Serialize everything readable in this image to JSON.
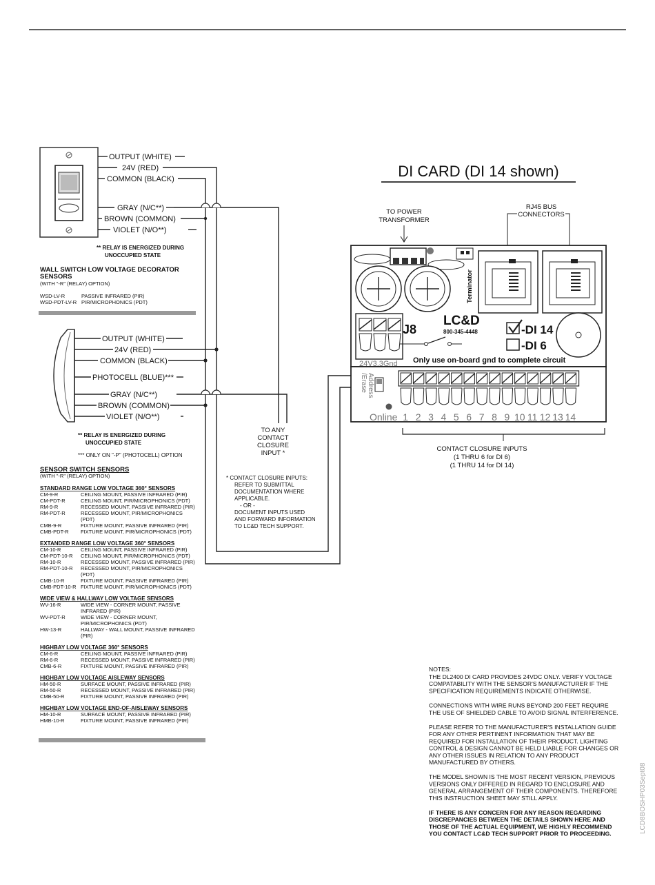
{
  "card": {
    "title": "DI CARD (DI 14 shown)",
    "to_power": [
      "TO POWER",
      "TRANSFORMER"
    ],
    "rj45": [
      "RJ45 BUS",
      "CONNECTORS"
    ],
    "terminator": "Terminator",
    "brand": "LC&D",
    "phone": "800-345-4448",
    "j8": "J8",
    "j8_pins": "24V3.3Gnd",
    "di14": "-DI 14",
    "di6": "-DI 6",
    "gnd_note": "Only use on-board gnd to complete circuit",
    "address_label": [
      "Address",
      "/Erase"
    ],
    "online": "Online",
    "inputs": [
      "1",
      "2",
      "3",
      "4",
      "5",
      "6",
      "7",
      "8",
      "9",
      "10",
      "11",
      "12",
      "13",
      "14"
    ],
    "contact_inputs": [
      "CONTACT CLOSURE INPUTS",
      "(1 THRU 6 for DI 6)",
      "(1 THRU 14 for DI 14)"
    ]
  },
  "sensor1": {
    "wires": [
      "OUTPUT (WHITE)",
      "24V (RED)",
      "COMMON (BLACK)",
      "GRAY (N/C**)",
      "BROWN (COMMON)",
      "VIOLET (N/O**)"
    ],
    "relay_note": [
      "**  RELAY IS ENERGIZED DURING",
      "UNOCCUPIED STATE"
    ],
    "heading": [
      "WALL SWITCH LOW VOLTAGE DECORATOR",
      "SENSORS"
    ],
    "option": "(WITH \"-R\" (RELAY) OPTION)",
    "models": [
      {
        "code": "WSD-LV-R",
        "desc": "PASSIVE INFRARED (PIR)"
      },
      {
        "code": "WSD-PDT-LV-R",
        "desc": "PIR/MICROPHONICS (PDT)"
      }
    ]
  },
  "sensor2": {
    "wires": [
      "OUTPUT (WHITE)",
      "24V (RED)",
      "COMMON (BLACK)",
      "PHOTOCELL (BLUE)***",
      "GRAY (N/C**)",
      "BROWN (COMMON)",
      "VIOLET (N/O**)"
    ],
    "relay_note": [
      "**  RELAY IS ENERGIZED DURING",
      "UNOCCUPIED STATE"
    ],
    "photocell_note": "*** ONLY ON \"-P\" (PHOTOCELL) OPTION",
    "heading": "SENSOR SWITCH SENSORS",
    "option": "(WITH \"-R\" (RELAY) OPTION)",
    "groups": [
      {
        "title": "STANDARD RANGE LOW VOLTAGE 360° SENSORS",
        "items": [
          {
            "code": "CM-9-R",
            "desc": [
              "CEILING MOUNT, PASSIVE INFRARED (PIR)"
            ]
          },
          {
            "code": "CM-PDT-R",
            "desc": [
              "CEILING MOUNT, PIR/MICROPHONICS (PDT)"
            ]
          },
          {
            "code": "RM-9-R",
            "desc": [
              "RECESSED MOUNT, PASSIVE INFRARED (PIR)"
            ]
          },
          {
            "code": "RM-PDT-R",
            "desc": [
              "RECESSED MOUNT, PIR/MICROPHONICS",
              "(PDT)"
            ]
          },
          {
            "code": "CMB-9-R",
            "desc": [
              "FIXTURE MOUNT, PASSIVE INFRARED (PIR)"
            ]
          },
          {
            "code": "CMB-PDT-R",
            "desc": [
              "FIXTURE MOUNT, PIR/MICROPHONICS (PDT)"
            ]
          }
        ]
      },
      {
        "title": "EXTANDED RANGE LOW VOLTAGE 360° SENSORS",
        "items": [
          {
            "code": "CM-10-R",
            "desc": [
              "CEILING MOUNT, PASSIVE INFRARED (PIR)"
            ]
          },
          {
            "code": "CM-PDT-10-R",
            "desc": [
              "CEILING MOUNT, PIR/MICROPHONICS (PDT)"
            ]
          },
          {
            "code": "RM-10-R",
            "desc": [
              "RECESSED MOUNT, PASSIVE INFRARED (PIR)"
            ]
          },
          {
            "code": "RM-PDT-10-R",
            "desc": [
              "RECESSED MOUNT, PIR/MICROPHONICS",
              "(PDT)"
            ]
          },
          {
            "code": "CMB-10-R",
            "desc": [
              "FIXTURE MOUNT, PASSIVE INFRARED (PIR)"
            ]
          },
          {
            "code": "CMB-PDT-10-R",
            "desc": [
              "FIXTURE MOUNT, PIR/MICROPHONICS (PDT)"
            ]
          }
        ]
      },
      {
        "title": "WIDE VIEW & HALLWAY LOW VOLTAGE SENSORS",
        "items": [
          {
            "code": "WV-16-R",
            "desc": [
              "WIDE VIEW - CORNER MOUNT, PASSIVE",
              "INFRARED (PIR)"
            ]
          },
          {
            "code": "WV-PDT-R",
            "desc": [
              "WIDE VIEW - CORNER MOUNT,",
              "PIR/MICROPHONICS (PDT)"
            ]
          },
          {
            "code": "HW-13-R",
            "desc": [
              "HALLWAY - WALL MOUNT, PASSIVE INFRARED",
              "(PIR)"
            ]
          }
        ]
      },
      {
        "title": "HIGHBAY LOW VOLTAGE 360° SENSORS",
        "items": [
          {
            "code": "CM-6-R",
            "desc": [
              "CEILING MOUNT, PASSIVE INFRARED (PIR)"
            ]
          },
          {
            "code": "RM-6-R",
            "desc": [
              "RECESSED MOUNT, PASSIVE INFRARED (PIR)"
            ]
          },
          {
            "code": "CMB-6-R",
            "desc": [
              "FIXTURE MOUNT, PASSIVE INFRARED (PIR)"
            ]
          }
        ]
      },
      {
        "title": "HIGHBAY LOW VOLTAGE AISLEWAY SENSORS",
        "items": [
          {
            "code": "HM-50-R",
            "desc": [
              "SURFACE MOUNT, PASSIVE INFRARED (PIR)"
            ]
          },
          {
            "code": "RM-50-R",
            "desc": [
              "RECESSED MOUNT, PASSIVE INFRARED (PIR)"
            ]
          },
          {
            "code": "CMB-50-R",
            "desc": [
              "FIXTURE MOUNT, PASSIVE INFRARED (PIR)"
            ]
          }
        ]
      },
      {
        "title": "HIGHBAY LOW VOLTAGE END-OF-AISLEWAY SENSORS",
        "items": [
          {
            "code": "HM-10-R",
            "desc": [
              "SURFACE MOUNT, PASSIVE INFRARED (PIR)"
            ]
          },
          {
            "code": "HMB-10-R",
            "desc": [
              "FIXTURE MOUNT, PASSIVE INFRARED (PIR)"
            ]
          }
        ]
      }
    ]
  },
  "contact_label": [
    "TO ANY",
    "CONTACT",
    "CLOSURE",
    "INPUT *"
  ],
  "contact_note": [
    "* CONTACT CLOSURE INPUTS:",
    "REFER TO SUBMITTAL",
    "DOCUMENTATION WHERE",
    "APPLICABLE.",
    "- OR -",
    "DOCUMENT INPUTS USED",
    "AND FORWARD INFORMATION",
    "TO LC&D TECH SUPPORT."
  ],
  "notes": {
    "heading": "NOTES:",
    "paragraphs": [
      {
        "bold": false,
        "lines": [
          "THE DL2400 DI CARD PROVIDES 24VDC ONLY.  VERIFY VOLTAGE",
          "COMPATABILITY WITH THE SENSOR'S MANUFACTURER IF THE",
          "SPECIFICATION REQUIREMENTS INDICATE OTHERWISE."
        ]
      },
      {
        "bold": false,
        "lines": [
          "CONNECTIONS WITH WIRE RUNS BEYOND 200 FEET REQUIRE",
          "THE USE OF SHIELDED CABLE TO AVOID SIGNAL INTERFERENCE."
        ]
      },
      {
        "bold": false,
        "lines": [
          "PLEASE REFER TO THE MANUFACTURER'S INSTALLATION GUIDE",
          "FOR ANY OTHER PERTINENT INFORMATION THAT MAY BE",
          "REQUIRED FOR INSTALLATION OF THEIR PRODUCT.  LIGHTING",
          "CONTROL & DESIGN CANNOT BE HELD LIABLE FOR CHANGES OR",
          "ANY OTHER ISSUES IN RELATION TO ANY PRODUCT",
          "MANUFACTURED BY OTHERS."
        ]
      },
      {
        "bold": false,
        "lines": [
          "THE MODEL SHOWN IS THE MOST RECENT VERSION, PREVIOUS",
          "VERSIONS ONLY DIFFERED IN REGARD TO ENCLOSURE AND",
          "GENERAL ARRANGEMENT OF THEIR  COMPONENTS.  THEREFORE",
          "THIS INSTRUCTION SHEET MAY STILL APPLY."
        ]
      },
      {
        "bold": true,
        "lines": [
          "IF THERE IS ANY CONCERN FOR ANY REASON REGARDING",
          "DISCREPANCIES BETWEEN THE DETAILS SHOWN HERE AND",
          "THOSE OF THE ACTUAL EQUIPMENT, WE HIGHLY RECOMMEND",
          "YOU CONTACT LC&D TECH SUPPORT PRIOR TO PROCEEDING."
        ]
      }
    ]
  },
  "doc_code": "LCD8BOSHP03Sept08"
}
